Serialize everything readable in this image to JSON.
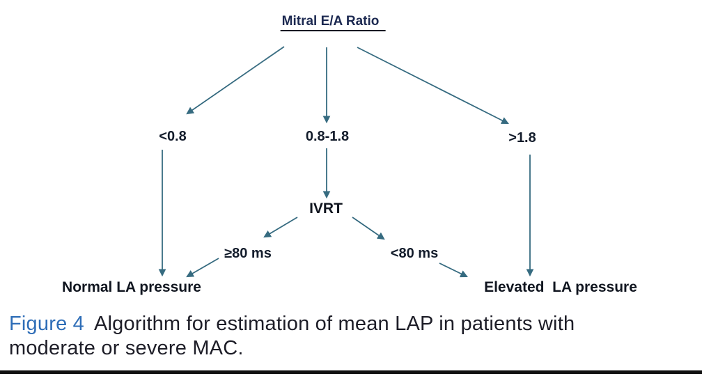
{
  "figure": {
    "nodes": {
      "root": "Mitral E/A Ratio",
      "lt08": "<0.8",
      "mid": "0.8-1.8",
      "gt18": ">1.8",
      "ivrt": "IVRT",
      "ge80": "≥80 ms",
      "lt80": "<80 ms",
      "normal": "Normal LA pressure",
      "elevated": "Elevated  LA pressure"
    },
    "edges": [
      {
        "from": "Mitral E/A Ratio",
        "to": "<0.8"
      },
      {
        "from": "Mitral E/A Ratio",
        "to": "0.8-1.8"
      },
      {
        "from": "Mitral E/A Ratio",
        "to": ">1.8"
      },
      {
        "from": "<0.8",
        "to": "Normal LA pressure"
      },
      {
        "from": "0.8-1.8",
        "to": "IVRT"
      },
      {
        "from": "IVRT",
        "to": "≥80 ms"
      },
      {
        "from": "IVRT",
        "to": "<80 ms"
      },
      {
        "from": "≥80 ms",
        "to": "Normal LA pressure"
      },
      {
        "from": "<80 ms",
        "to": "Elevated LA pressure"
      },
      {
        "from": ">1.8",
        "to": "Elevated LA pressure"
      }
    ],
    "caption": {
      "label": "Figure 4",
      "line1": "Algorithm for estimation of mean LAP in patients with",
      "line2": "moderate or severe MAC."
    },
    "colors": {
      "arrow": "#366b80",
      "title_text": "#1c2951",
      "node_text": "#131c2b",
      "caption_label": "#2e6db7",
      "caption_text": "#1d1d27",
      "bottom_rule": "#111111"
    }
  }
}
